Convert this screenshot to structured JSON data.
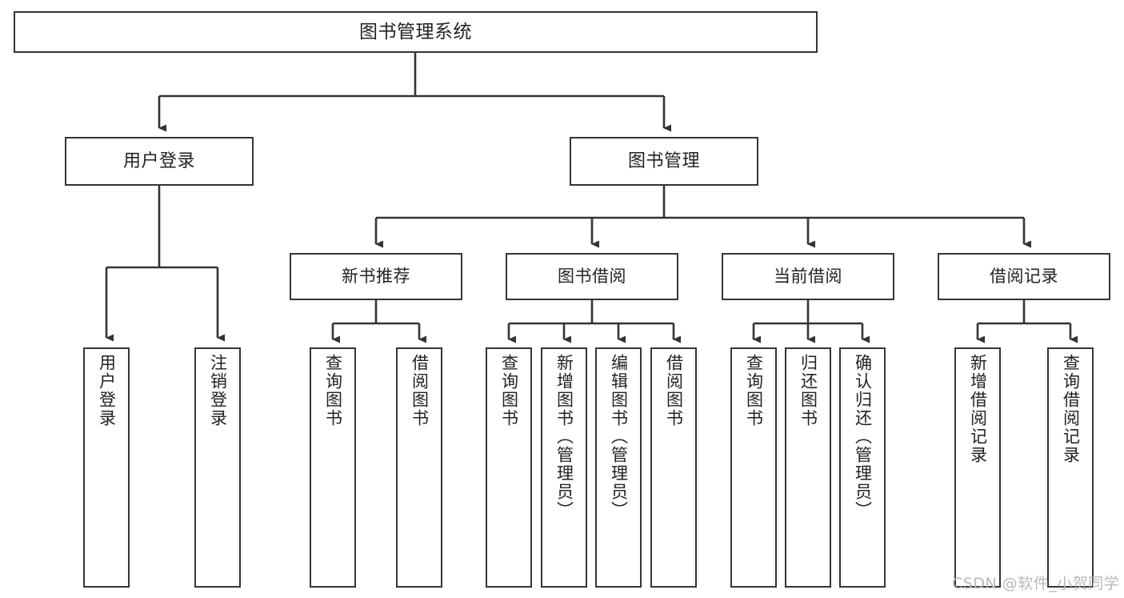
{
  "diagram": {
    "title": "图书管理系统",
    "type": "功能结构图",
    "root": {
      "label": "图书管理系统"
    },
    "level2": [
      {
        "label": "用户登录"
      },
      {
        "label": "图书管理"
      }
    ],
    "level3": [
      {
        "label": "新书推荐"
      },
      {
        "label": "图书借阅"
      },
      {
        "label": "当前借阅"
      },
      {
        "label": "借阅记录"
      }
    ],
    "leaves": {
      "user_login": [
        {
          "label": "用户登录"
        },
        {
          "label": "注销登录"
        }
      ],
      "new_book": [
        {
          "label": "查询图书"
        },
        {
          "label": "借阅图书"
        }
      ],
      "book_borrow": [
        {
          "label": "查询图书"
        },
        {
          "label": "新增图书（管理员）"
        },
        {
          "label": "编辑图书（管理员）"
        },
        {
          "label": "借阅图书"
        }
      ],
      "current_borrow": [
        {
          "label": "查询图书"
        },
        {
          "label": "归还图书"
        },
        {
          "label": "确认归还（管理员）"
        }
      ],
      "borrow_record": [
        {
          "label": "新增借阅记录"
        },
        {
          "label": "查询借阅记录"
        }
      ]
    }
  },
  "watermark": {
    "text": "CSDN @软件_小贺同学"
  },
  "colors": {
    "border": "#343434",
    "background": "#ffffff",
    "text": "#222222",
    "watermark": "#b9b9b9"
  }
}
